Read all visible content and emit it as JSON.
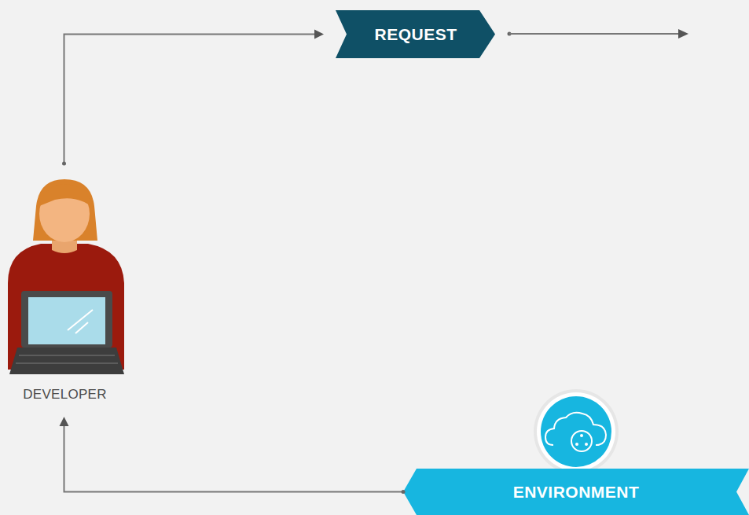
{
  "diagram": {
    "nodes": [
      {
        "text": [
          "DEVELOPER"
        ]
      },
      {
        "text": [
          "REQUEST"
        ]
      },
      {
        "text": [
          "ENVIRONMENT"
        ]
      }
    ],
    "edges": [
      {
        "from": 0,
        "to": 1,
        "arrow": "to"
      },
      {
        "from": 2,
        "to": 0,
        "arrow": "to"
      }
    ]
  }
}
